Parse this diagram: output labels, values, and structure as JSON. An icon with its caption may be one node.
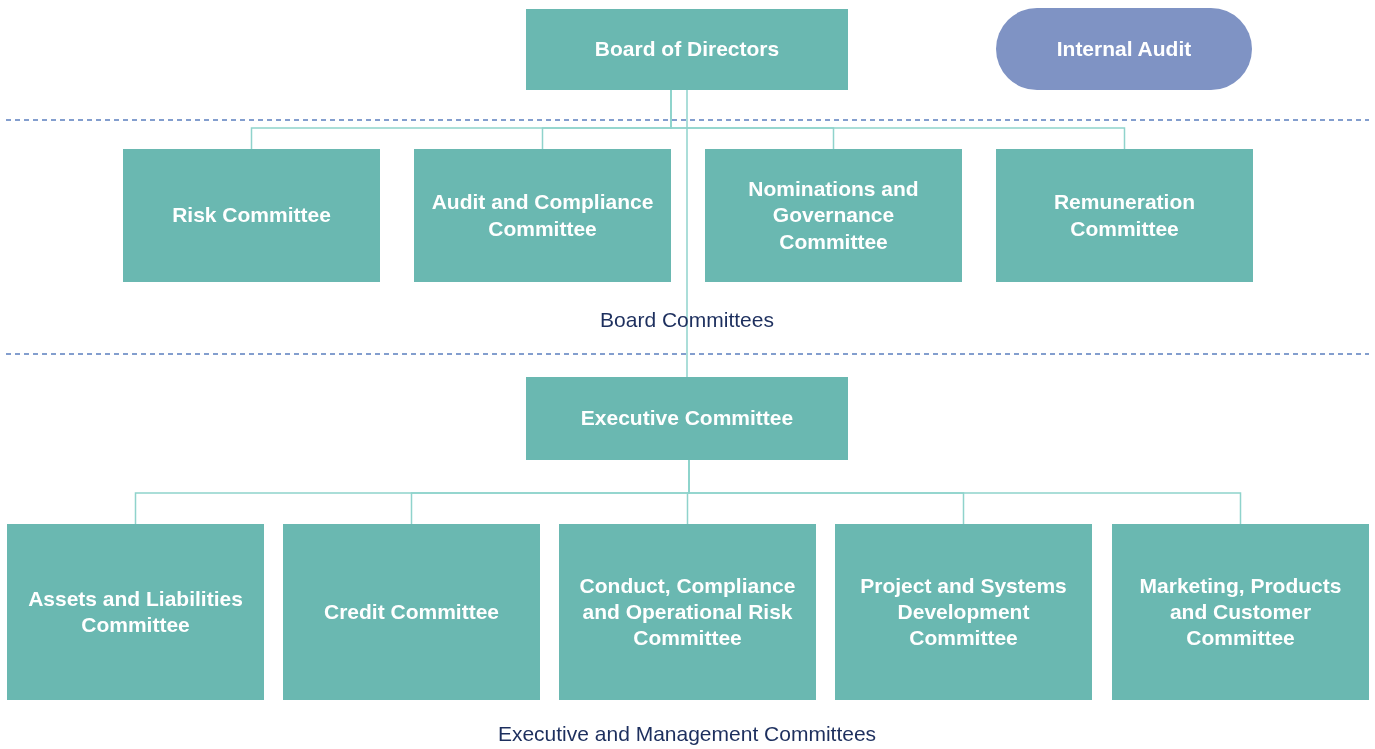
{
  "diagram": {
    "nodes": [
      {
        "text": [
          "Board of Directors"
        ]
      },
      {
        "text": [
          "Internal Audit"
        ]
      },
      {
        "text": [
          "Risk Committee"
        ]
      },
      {
        "text": [
          "Audit and Compliance Committee"
        ]
      },
      {
        "text": [
          "Nominations and Governance Committee"
        ]
      },
      {
        "text": [
          "Remuneration Committee"
        ]
      },
      {
        "text": [
          "Executive Committee"
        ]
      },
      {
        "text": [
          "Assets and Liabilities Committee"
        ]
      },
      {
        "text": [
          "Credit Committee"
        ]
      },
      {
        "text": [
          "Conduct, Compliance and Operational Risk Committee"
        ]
      },
      {
        "text": [
          "Project and Systems Development Committee"
        ]
      },
      {
        "text": [
          "Marketing, Products and Customer Committee"
        ]
      }
    ],
    "edges": [
      {
        "from": 0,
        "to": 2,
        "arrow": "none"
      },
      {
        "from": 0,
        "to": 3,
        "arrow": "none"
      },
      {
        "from": 0,
        "to": 4,
        "arrow": "none"
      },
      {
        "from": 0,
        "to": 5,
        "arrow": "none"
      },
      {
        "from": 0,
        "to": 6,
        "arrow": "none"
      },
      {
        "from": 6,
        "to": 7,
        "arrow": "none"
      },
      {
        "from": 6,
        "to": 8,
        "arrow": "none"
      },
      {
        "from": 6,
        "to": 9,
        "arrow": "none"
      },
      {
        "from": 6,
        "to": 10,
        "arrow": "none"
      },
      {
        "from": 6,
        "to": 11,
        "arrow": "none"
      }
    ],
    "labels": [
      "Board Committees",
      "Executive and Management Committees"
    ]
  }
}
